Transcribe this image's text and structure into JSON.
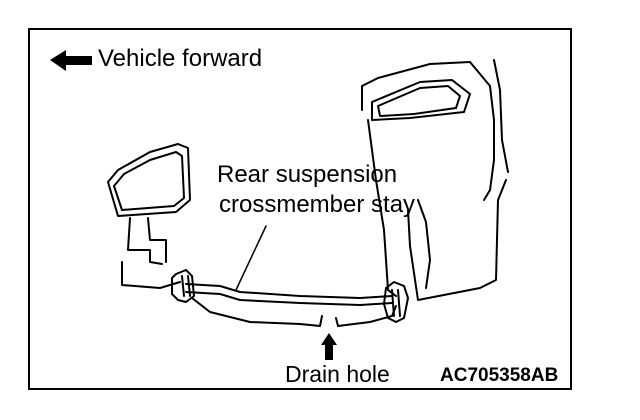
{
  "direction_label": "Vehicle forward",
  "callouts": {
    "stay_line1": "Rear suspension",
    "stay_line2": "crossmember stay",
    "drain_hole": "Drain hole"
  },
  "figure_code": "AC705358AB",
  "icons": {
    "direction": "arrow-left-icon",
    "drain_pointer": "arrow-up-icon"
  }
}
